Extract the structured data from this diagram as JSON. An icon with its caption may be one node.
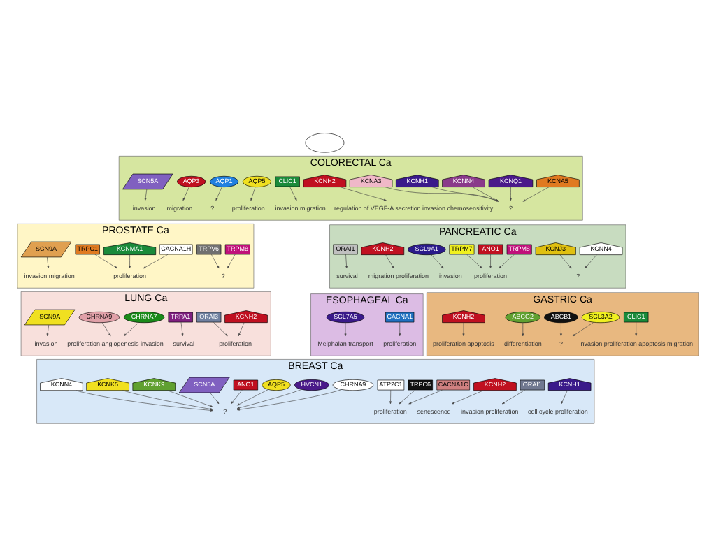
{
  "diagram": {
    "nodes": [
      {
        "text": [
          "COLORECTAL Ca"
        ]
      },
      {
        "text": [
          "KCNA3"
        ],
        "in": 0
      },
      {
        "text": [
          "KCNA5"
        ],
        "in": 0
      },
      {
        "text": [
          "KCNQ1"
        ],
        "in": 0
      },
      {
        "text": [
          "KCNN4"
        ],
        "in": 0
      },
      {
        "text": [
          "KCNH1"
        ],
        "in": 0
      },
      {
        "text": [
          "KCNH2"
        ],
        "in": 0
      },
      {
        "text": [
          "CLIC1"
        ],
        "in": 0
      },
      {
        "text": [
          "AQP5"
        ],
        "in": 0
      },
      {
        "text": [
          "AQP1"
        ],
        "in": 0
      },
      {
        "text": [
          "AQP3"
        ],
        "in": 0
      },
      {
        "text": [
          "SCN5A"
        ],
        "in": 0
      },
      {
        "text": [
          "?"
        ],
        "in": 0
      },
      {
        "text": [
          "regulation of VEGF-A secretion invasion chemosensitivity"
        ],
        "in": 0
      },
      {
        "text": [
          "invasion migration"
        ],
        "in": 0
      },
      {
        "text": [
          "proliferation"
        ],
        "in": 0
      },
      {
        "text": [
          "?"
        ],
        "in": 0
      },
      {
        "text": [
          "migration"
        ],
        "in": 0
      },
      {
        "text": [
          "invasion"
        ],
        "in": 0
      },
      {
        "text": [
          "PROSTATE Ca"
        ]
      },
      {
        "text": [
          "TRPM8"
        ],
        "in": 19
      },
      {
        "text": [
          "TRPV6"
        ],
        "in": 19
      },
      {
        "text": [
          "KCNMA1"
        ],
        "in": 19
      },
      {
        "text": [
          "TRPC1"
        ],
        "in": 19
      },
      {
        "text": [
          "CACNA1H"
        ],
        "in": 19
      },
      {
        "text": [
          "SCN9A"
        ],
        "in": 19
      },
      {
        "text": [
          "?"
        ],
        "in": 19
      },
      {
        "text": [
          "proliferation"
        ],
        "in": 19
      },
      {
        "text": [
          "invasion migration"
        ],
        "in": 19
      },
      {
        "text": [
          "PANCREATIC Ca"
        ]
      },
      {
        "text": [
          "KCNN4"
        ],
        "in": 29
      },
      {
        "text": [
          "KCNJ3"
        ],
        "in": 29
      },
      {
        "text": [
          "TRPM7"
        ],
        "in": 29
      },
      {
        "text": [
          "TRPM8"
        ],
        "in": 29
      },
      {
        "text": [
          "ANO1"
        ],
        "in": 29
      },
      {
        "text": [
          "SCL9A1"
        ],
        "in": 29
      },
      {
        "text": [
          "KCNH2"
        ],
        "in": 29
      },
      {
        "text": [
          "ORAI1"
        ],
        "in": 29
      },
      {
        "text": [
          "?"
        ],
        "in": 29
      },
      {
        "text": [
          "proliferation"
        ],
        "in": 29
      },
      {
        "text": [
          "invasion"
        ],
        "in": 29
      },
      {
        "text": [
          "migration proliferation"
        ],
        "in": 29
      },
      {
        "text": [
          "survival"
        ],
        "in": 29
      },
      {
        "text": [
          "LUNG Ca"
        ]
      },
      {
        "text": [
          "KCNH2"
        ],
        "in": 43
      },
      {
        "text": [
          "ORAI3"
        ],
        "in": 43
      },
      {
        "text": [
          "TRPA1"
        ],
        "in": 43
      },
      {
        "text": [
          "CHRNA7"
        ],
        "in": 43
      },
      {
        "text": [
          "CHRNA9"
        ],
        "in": 43
      },
      {
        "text": [
          "SCN9A"
        ],
        "in": 43
      },
      {
        "text": [
          "proliferation"
        ],
        "in": 43
      },
      {
        "text": [
          "survival"
        ],
        "in": 43
      },
      {
        "text": [
          "proliferation angiogenesis invasion"
        ],
        "in": 43
      },
      {
        "text": [
          "invasion"
        ],
        "in": 43
      },
      {
        "text": [
          "ESOPHAGEAL Ca"
        ]
      },
      {
        "text": [
          "CACNA1"
        ],
        "in": 54
      },
      {
        "text": [
          "SCL7A5"
        ],
        "in": 54
      },
      {
        "text": [
          "proliferation"
        ],
        "in": 54
      },
      {
        "text": [
          "Melphalan transport"
        ],
        "in": 54
      },
      {
        "text": [
          "BREAST Ca"
        ]
      },
      {
        "text": [
          "KCNH1"
        ],
        "in": 59
      },
      {
        "text": [
          "ORAI1"
        ],
        "in": 59
      },
      {
        "text": [
          "KCNH2"
        ],
        "in": 59
      },
      {
        "text": [
          "ATP2C1"
        ],
        "in": 59
      },
      {
        "text": [
          "CACNA1C"
        ],
        "in": 59
      },
      {
        "text": [
          "TRPC6"
        ],
        "in": 59
      },
      {
        "text": [
          "CHRNA9"
        ],
        "in": 59
      },
      {
        "text": [
          "HVCN1"
        ],
        "in": 59
      },
      {
        "text": [
          "AQP5"
        ],
        "in": 59
      },
      {
        "text": [
          "ANO1"
        ],
        "in": 59
      },
      {
        "text": [
          "SCN5A"
        ],
        "in": 59
      },
      {
        "text": [
          "KCNK9"
        ],
        "in": 59
      },
      {
        "text": [
          "KCNK5"
        ],
        "in": 59
      },
      {
        "text": [
          "KCNN4"
        ],
        "in": 59
      },
      {
        "text": [
          "cell cycle proliferation"
        ],
        "in": 59
      },
      {
        "text": [
          "invasion proliferation"
        ],
        "in": 59
      },
      {
        "text": [
          "senescence"
        ],
        "in": 59
      },
      {
        "text": [
          "proliferation"
        ],
        "in": 59
      },
      {
        "text": [
          "?"
        ],
        "in": 59
      },
      {
        "text": [
          "GASTRIC Ca"
        ]
      },
      {
        "text": [
          "CLIC1"
        ],
        "in": 79
      },
      {
        "text": [
          "SCL3A2"
        ],
        "in": 79
      },
      {
        "text": [
          "ABCB1"
        ],
        "in": 79
      },
      {
        "text": [
          "ABCG2"
        ],
        "in": 79
      },
      {
        "text": [
          "KCNH2"
        ],
        "in": 79
      },
      {
        "text": [
          "invasion proliferation apoptosis migration"
        ],
        "in": 79
      },
      {
        "text": [
          "?"
        ],
        "in": 79
      },
      {
        "text": [
          "differentiation"
        ],
        "in": 79
      },
      {
        "text": [
          "proliferation apoptosis"
        ],
        "in": 79
      },
      {
        "text": [],
        "shape": "circle"
      }
    ],
    "edges": [
      {
        "from": 1,
        "to": 12,
        "arrow": "to"
      },
      {
        "from": 2,
        "to": 12,
        "arrow": "to"
      },
      {
        "from": 3,
        "to": 12,
        "arrow": "to"
      },
      {
        "from": 4,
        "to": 12,
        "arrow": "to"
      },
      {
        "from": 5,
        "to": 12,
        "arrow": "to"
      },
      {
        "from": 6,
        "to": 13,
        "arrow": "to"
      },
      {
        "from": 7,
        "to": 14,
        "arrow": "to"
      },
      {
        "from": 8,
        "to": 15,
        "arrow": "to"
      },
      {
        "from": 9,
        "to": 16,
        "arrow": "to"
      },
      {
        "from": 10,
        "to": 17,
        "arrow": "to"
      },
      {
        "from": 11,
        "to": 18,
        "arrow": "to"
      },
      {
        "from": 20,
        "to": 26,
        "arrow": "to"
      },
      {
        "from": 21,
        "to": 26,
        "arrow": "to"
      },
      {
        "from": 22,
        "to": 27,
        "arrow": "to"
      },
      {
        "from": 23,
        "to": 27,
        "arrow": "to"
      },
      {
        "from": 24,
        "to": 27,
        "arrow": "to"
      },
      {
        "from": 25,
        "to": 28,
        "arrow": "to"
      },
      {
        "from": 30,
        "to": 38,
        "arrow": "to"
      },
      {
        "from": 31,
        "to": 38,
        "arrow": "to"
      },
      {
        "from": 32,
        "to": 39,
        "arrow": "to"
      },
      {
        "from": 33,
        "to": 39,
        "arrow": "to"
      },
      {
        "from": 34,
        "to": 39,
        "arrow": "to"
      },
      {
        "from": 35,
        "to": 40,
        "arrow": "to"
      },
      {
        "from": 36,
        "to": 41,
        "arrow": "to"
      },
      {
        "from": 37,
        "to": 42,
        "arrow": "to"
      },
      {
        "from": 44,
        "to": 50,
        "arrow": "to"
      },
      {
        "from": 45,
        "to": 50,
        "arrow": "to"
      },
      {
        "from": 46,
        "to": 51,
        "arrow": "to"
      },
      {
        "from": 47,
        "to": 52,
        "arrow": "to"
      },
      {
        "from": 48,
        "to": 52,
        "arrow": "to"
      },
      {
        "from": 49,
        "to": 53,
        "arrow": "to"
      },
      {
        "from": 55,
        "to": 57,
        "arrow": "to"
      },
      {
        "from": 56,
        "to": 58,
        "arrow": "to"
      },
      {
        "from": 60,
        "to": 74,
        "arrow": "to"
      },
      {
        "from": 61,
        "to": 75,
        "arrow": "to"
      },
      {
        "from": 62,
        "to": 76,
        "arrow": "to"
      },
      {
        "from": 63,
        "to": 77,
        "arrow": "to"
      },
      {
        "from": 64,
        "to": 77,
        "arrow": "to"
      },
      {
        "from": 65,
        "to": 77,
        "arrow": "to"
      },
      {
        "from": 66,
        "to": 78,
        "arrow": "to"
      },
      {
        "from": 67,
        "to": 78,
        "arrow": "to"
      },
      {
        "from": 68,
        "to": 78,
        "arrow": "to"
      },
      {
        "from": 69,
        "to": 78,
        "arrow": "to"
      },
      {
        "from": 70,
        "to": 78,
        "arrow": "to"
      },
      {
        "from": 71,
        "to": 78,
        "arrow": "to"
      },
      {
        "from": 72,
        "to": 78,
        "arrow": "to"
      },
      {
        "from": 73,
        "to": 78,
        "arrow": "to"
      },
      {
        "from": 80,
        "to": 85,
        "arrow": "to"
      },
      {
        "from": 81,
        "to": 86,
        "arrow": "to"
      },
      {
        "from": 82,
        "to": 86,
        "arrow": "to"
      },
      {
        "from": 83,
        "to": 87,
        "arrow": "to"
      },
      {
        "from": 84,
        "to": 88,
        "arrow": "to"
      }
    ]
  }
}
